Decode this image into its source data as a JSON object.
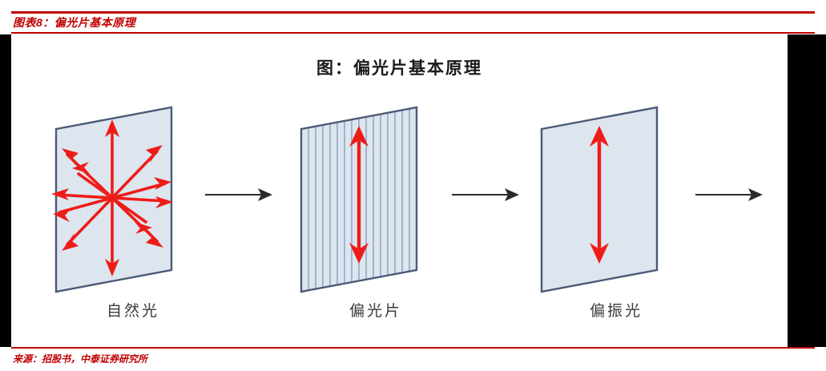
{
  "exhibit": {
    "title": "图表8：偏光片基本原理",
    "source": "来源：招股书，中泰证券研究所",
    "accent_color": "#c00000",
    "frame_color": "#000000"
  },
  "figure": {
    "title": "图：偏光片基本原理",
    "panel_fill": "#dde5ef",
    "panel_stroke": "#4a5a75",
    "arrow_color": "#ee1c18",
    "connector_color": "#2b2b2b",
    "panels": [
      {
        "id": "natural-light",
        "caption": "自然光",
        "kind": "plain-plate",
        "arrows": "multi-directional-star",
        "arrow_count": 12
      },
      {
        "id": "polarizer",
        "caption": "偏光片",
        "kind": "striped-plate",
        "stripe_count": 15,
        "arrows": "vertical-double-arrow"
      },
      {
        "id": "polarized-light",
        "caption": "偏振光",
        "kind": "plain-plate",
        "arrows": "vertical-double-arrow"
      }
    ],
    "connectors": [
      {
        "id": "connector-1",
        "direction": "right"
      },
      {
        "id": "connector-2",
        "direction": "right"
      },
      {
        "id": "connector-3",
        "direction": "right"
      }
    ]
  }
}
